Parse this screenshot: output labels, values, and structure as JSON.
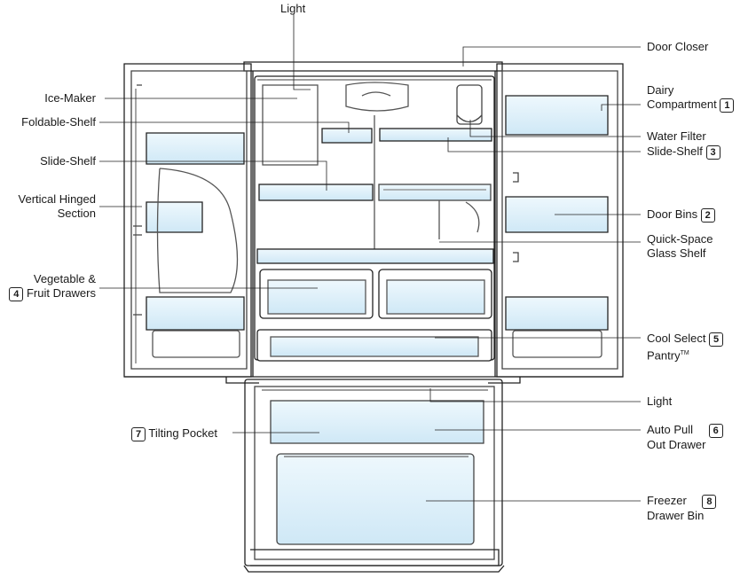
{
  "labels": {
    "light_top": "Light",
    "door_closer": "Door Closer",
    "ice_maker": "Ice-Maker",
    "dairy_line1": "Dairy",
    "dairy_line2": "Compartment",
    "dairy_num": "1",
    "foldable_shelf": "Foldable-Shelf",
    "water_filter": "Water Filter",
    "slide_shelf_left": "Slide-Shelf",
    "slide_shelf_right": "Slide-Shelf",
    "slide_shelf_right_num": "3",
    "vertical_line1": "Vertical Hinged",
    "vertical_line2": "Section",
    "door_bins": "Door Bins",
    "door_bins_num": "2",
    "quick_line1": "Quick-Space",
    "quick_line2": "Glass Shelf",
    "veg_line1": "Vegetable &",
    "veg_line2": "Fruit Drawers",
    "veg_num": "4",
    "cool_line1": "Cool Select",
    "cool_line2": "Pantry",
    "cool_tm": "TM",
    "cool_num": "5",
    "light_bottom": "Light",
    "tilting_pocket": "Tilting Pocket",
    "tilting_num": "7",
    "auto_line1": "Auto Pull",
    "auto_line2": "Out Drawer",
    "auto_num": "6",
    "freezer_line1": "Freezer",
    "freezer_line2": "Drawer Bin",
    "freezer_num": "8"
  },
  "colors": {
    "bin_fill": "#dff0fa",
    "outline": "#222222",
    "detail": "#555555"
  }
}
